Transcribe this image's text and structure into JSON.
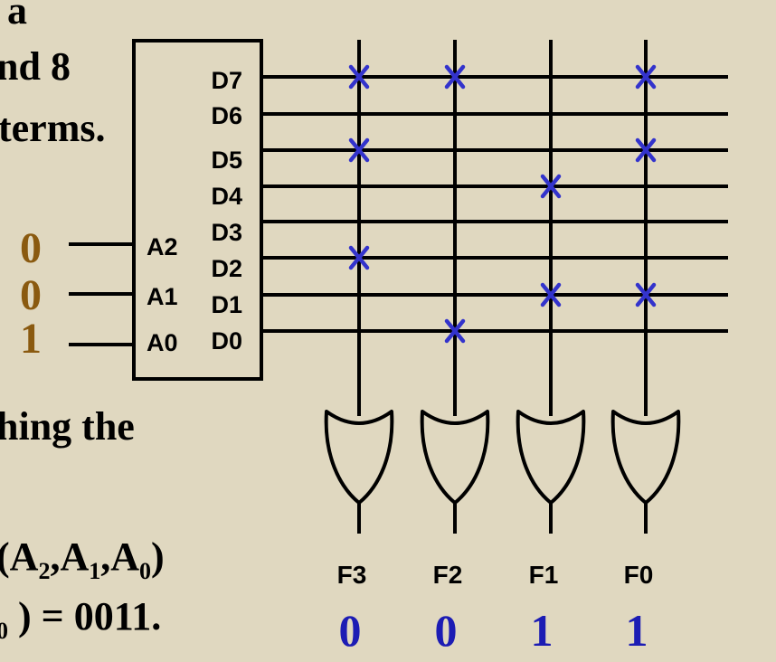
{
  "text_fragments": {
    "line1": "a",
    "line2": "nd 8",
    "line3": "terms.",
    "line4": "hing the",
    "line5_prefix": "(A",
    "line5_sub2": "2",
    "line5_mid1": ",A",
    "line5_sub1": "1",
    "line5_mid2": ",A",
    "line5_sub0": "0",
    "line5_suffix": ")",
    "line6_sub0": "0",
    "line6_suffix": " ) = 0011."
  },
  "decoder": {
    "outputs": [
      "D7",
      "D6",
      "D5",
      "D4",
      "D3",
      "D2",
      "D1",
      "D0"
    ],
    "inputs": [
      {
        "label": "A2",
        "value": "0"
      },
      {
        "label": "A1",
        "value": "0"
      },
      {
        "label": "A0",
        "value": "1"
      }
    ]
  },
  "or_gates": [
    {
      "label": "F3",
      "value": "0",
      "connections": [
        "D7",
        "D5",
        "D2"
      ]
    },
    {
      "label": "F2",
      "value": "0",
      "connections": [
        "D7",
        "D0"
      ]
    },
    {
      "label": "F1",
      "value": "1",
      "connections": [
        "D4",
        "D1"
      ]
    },
    {
      "label": "F0",
      "value": "1",
      "connections": [
        "D7",
        "D5",
        "D1"
      ]
    }
  ],
  "colors": {
    "input_value": "#8a5a10",
    "output_value": "#1c1cb4",
    "cross_mark": "#3333cc",
    "wire": "#000000",
    "background": "#e0d8c0"
  }
}
